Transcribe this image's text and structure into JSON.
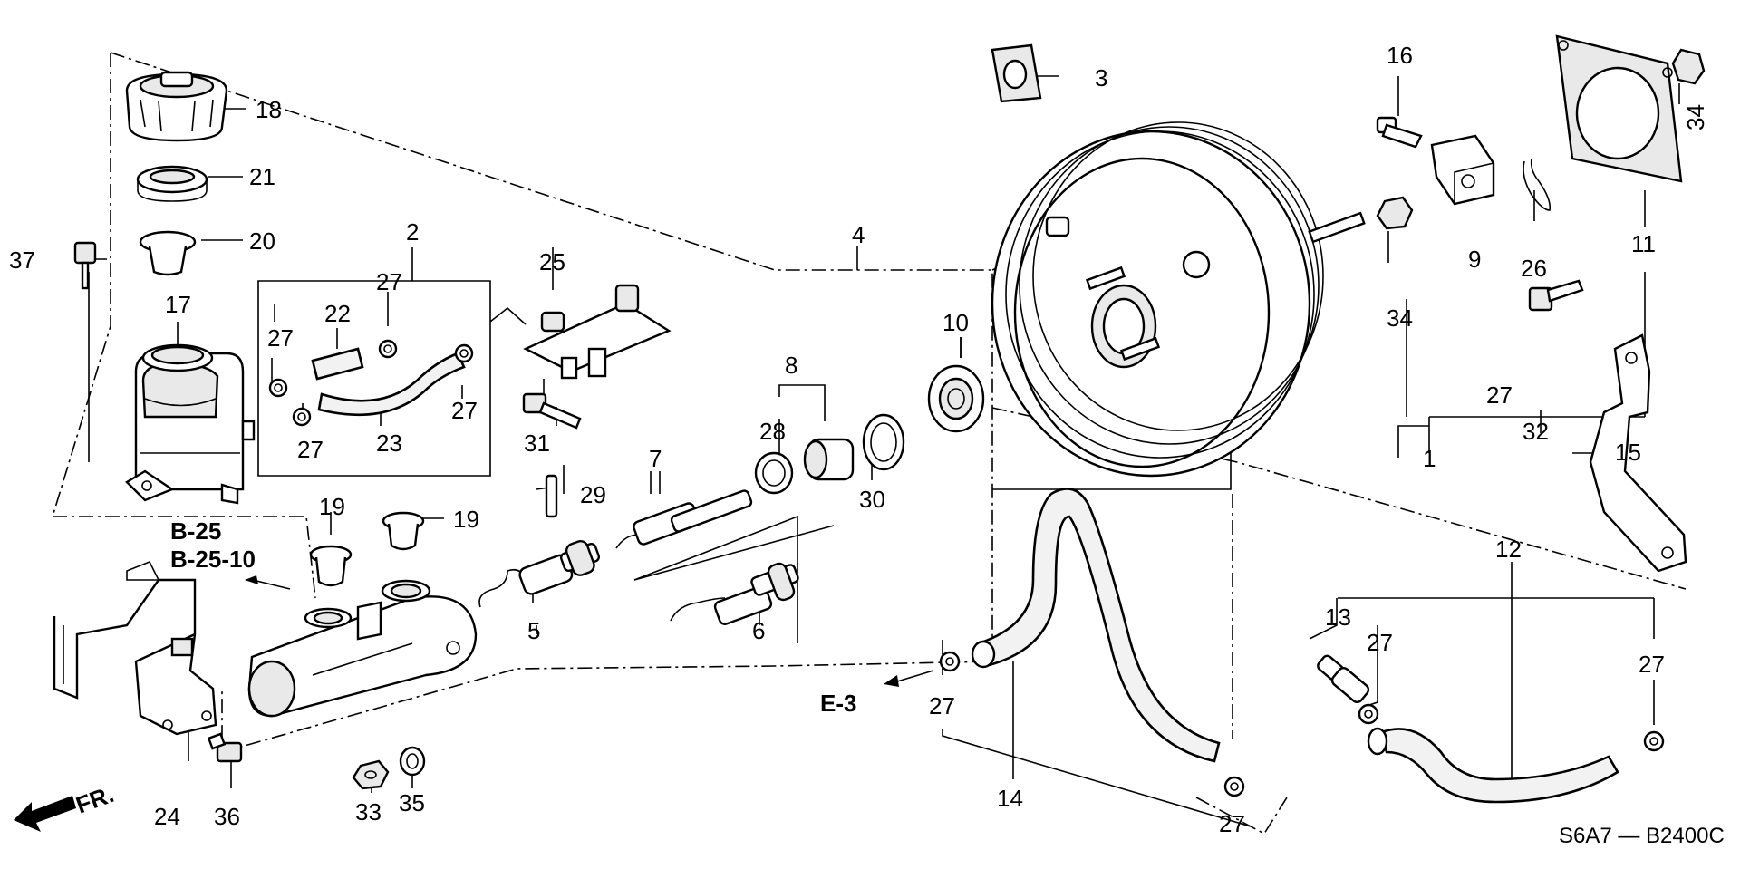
{
  "diagram": {
    "callouts": {
      "c1": "1",
      "c2": "2",
      "c3": "3",
      "c4": "4",
      "c5": "5",
      "c6": "6",
      "c7": "7",
      "c8": "8",
      "c9": "9",
      "c10": "10",
      "c11": "11",
      "c12": "12",
      "c13": "13",
      "c14": "14",
      "c15": "15",
      "c16": "16",
      "c17": "17",
      "c18": "18",
      "c19a": "19",
      "c19b": "19",
      "c20": "20",
      "c21": "21",
      "c22": "22",
      "c23": "23",
      "c24": "24",
      "c25": "25",
      "c26": "26",
      "c27a": "27",
      "c27b": "27",
      "c27c": "27",
      "c27d": "27",
      "c27e": "27",
      "c27f": "27",
      "c27g": "27",
      "c27h": "27",
      "c27i": "27",
      "c28": "28",
      "c29": "29",
      "c30": "30",
      "c31": "31",
      "c32": "32",
      "c33": "33",
      "c34a": "34",
      "c34b": "34",
      "c35": "35",
      "c36": "36",
      "c37": "37"
    },
    "refs": {
      "b25": "B-25",
      "b2510": "B-25-10",
      "e3": "E-3"
    },
    "front_label": "FR.",
    "drawing_code": "S6A7 — B2400C"
  }
}
